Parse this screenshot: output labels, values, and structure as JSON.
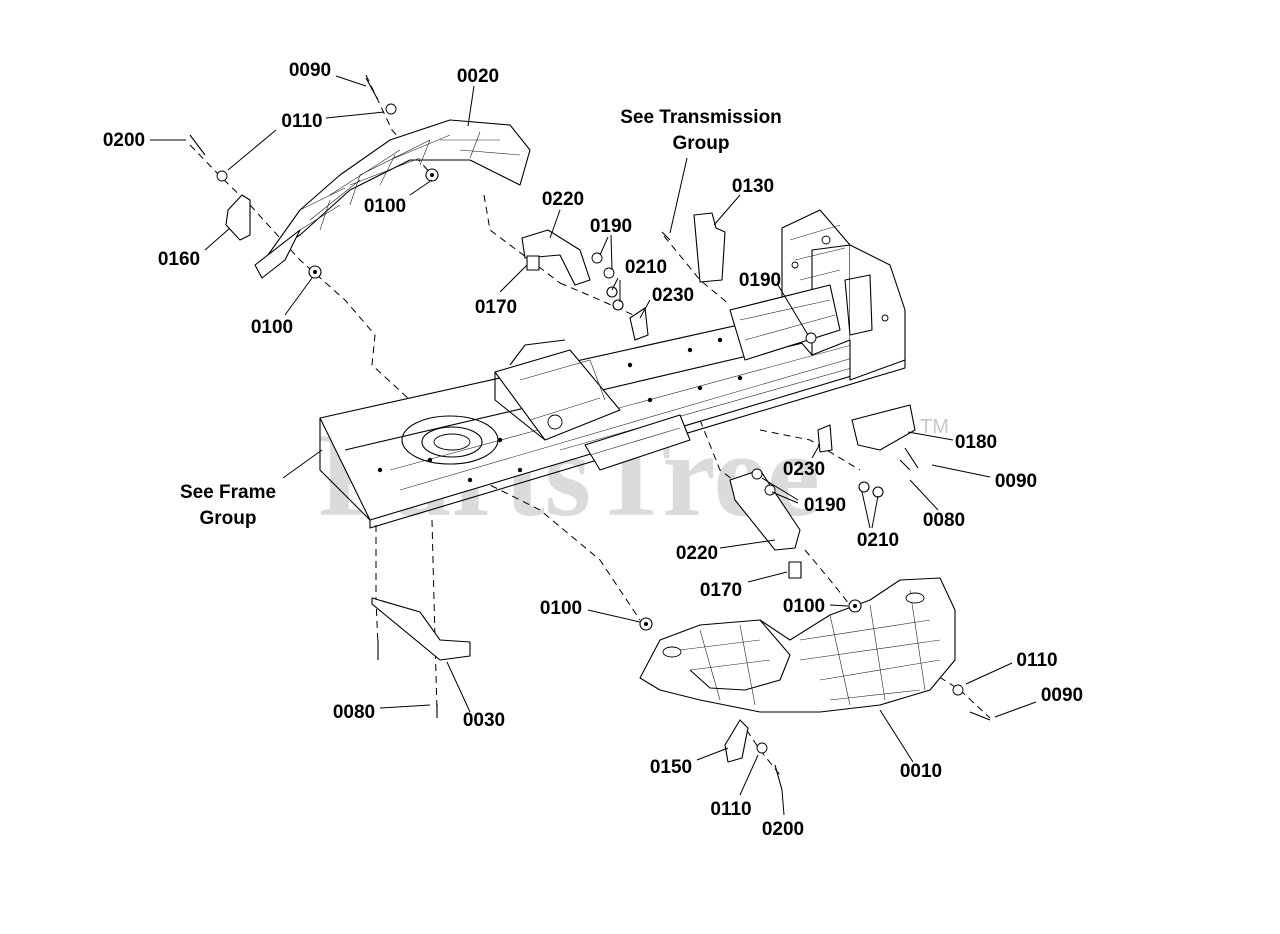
{
  "watermark": {
    "text": "PartsTree",
    "trademark": "TM"
  },
  "notes": {
    "transmission_line1": "See Transmission",
    "transmission_line2": "Group",
    "frame_line1": "See Frame",
    "frame_line2": "Group"
  },
  "callouts": [
    "0090",
    "0020",
    "0200",
    "0110",
    "0100",
    "0160",
    "0100",
    "0220",
    "0190",
    "0210",
    "0170",
    "0230",
    "0130",
    "0190",
    "0180",
    "0090",
    "0230",
    "0080",
    "0190",
    "0210",
    "0220",
    "0170",
    "0100",
    "0100",
    "0110",
    "0090",
    "0080",
    "0030",
    "0150",
    "0010",
    "0110",
    "0200"
  ]
}
